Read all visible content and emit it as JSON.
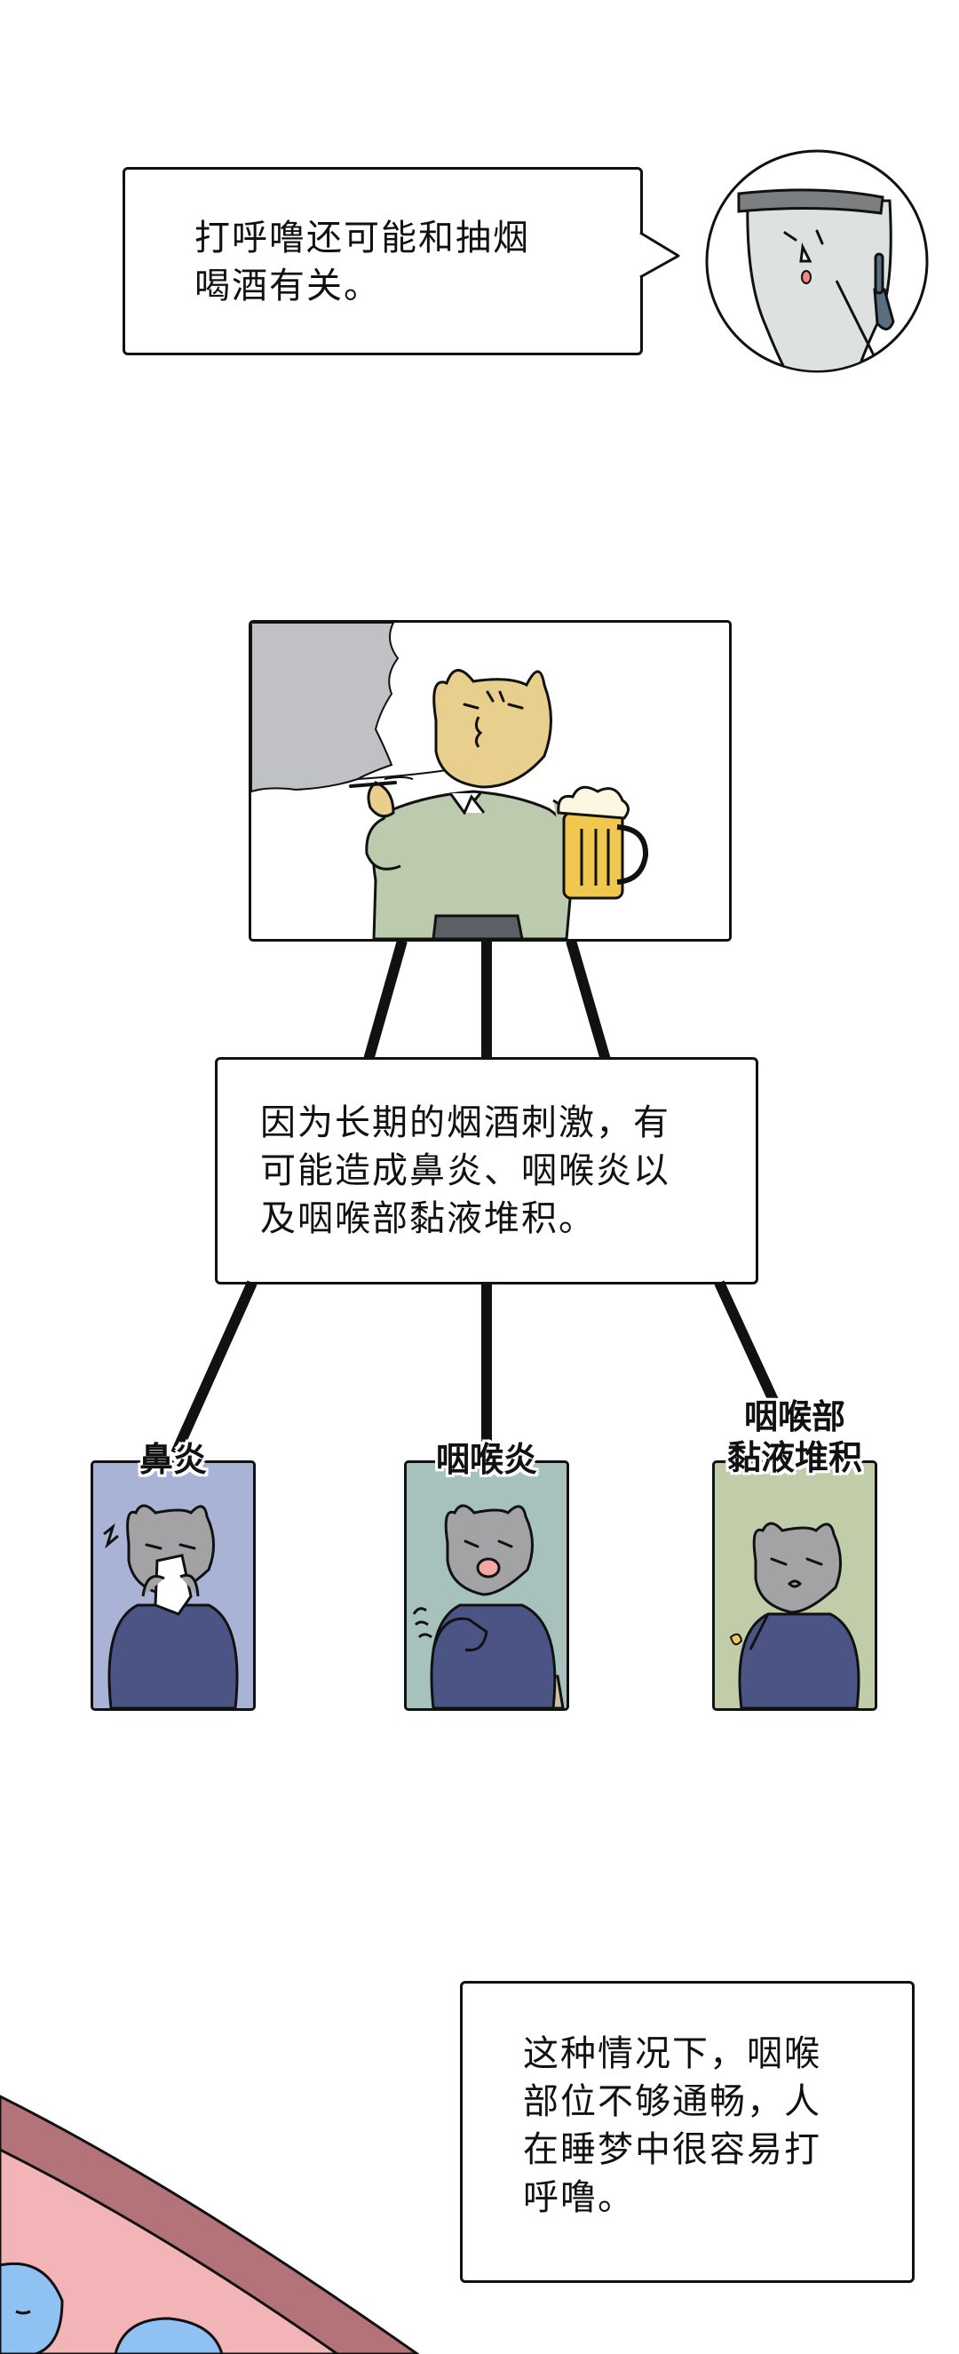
{
  "top_bubble": {
    "lines": [
      "打呼噜还可能和抽烟",
      "喝酒有关。"
    ]
  },
  "middle_bubble": {
    "lines": [
      "因为长期的烟酒刺激，有",
      "可能造成鼻炎、咽喉炎以",
      "及咽喉部黏液堆积。"
    ]
  },
  "conditions": [
    {
      "label_lines": [
        "鼻炎"
      ],
      "color": "#a9b3d6"
    },
    {
      "label_lines": [
        "咽喉炎"
      ],
      "color": "#a7c1bd"
    },
    {
      "label_lines": [
        "咽喉部",
        "黏液堆积"
      ],
      "color": "#c1cca8"
    }
  ],
  "bottom_bubble": {
    "lines": [
      "这种情况下，咽喉",
      "部位不够通畅，人",
      "在睡梦中很容易打",
      "呼噜。"
    ]
  },
  "colors": {
    "outline": "#111111",
    "smoke": "#bfc1c4",
    "sweater": "#bccbad",
    "cat_fur": "#e9cf8e",
    "beer": "#f0c850",
    "navy": "#4a5585",
    "throat_dark": "#b37378",
    "throat_pink": "#f3b4b8",
    "blob_blue": "#8fc1f2"
  }
}
